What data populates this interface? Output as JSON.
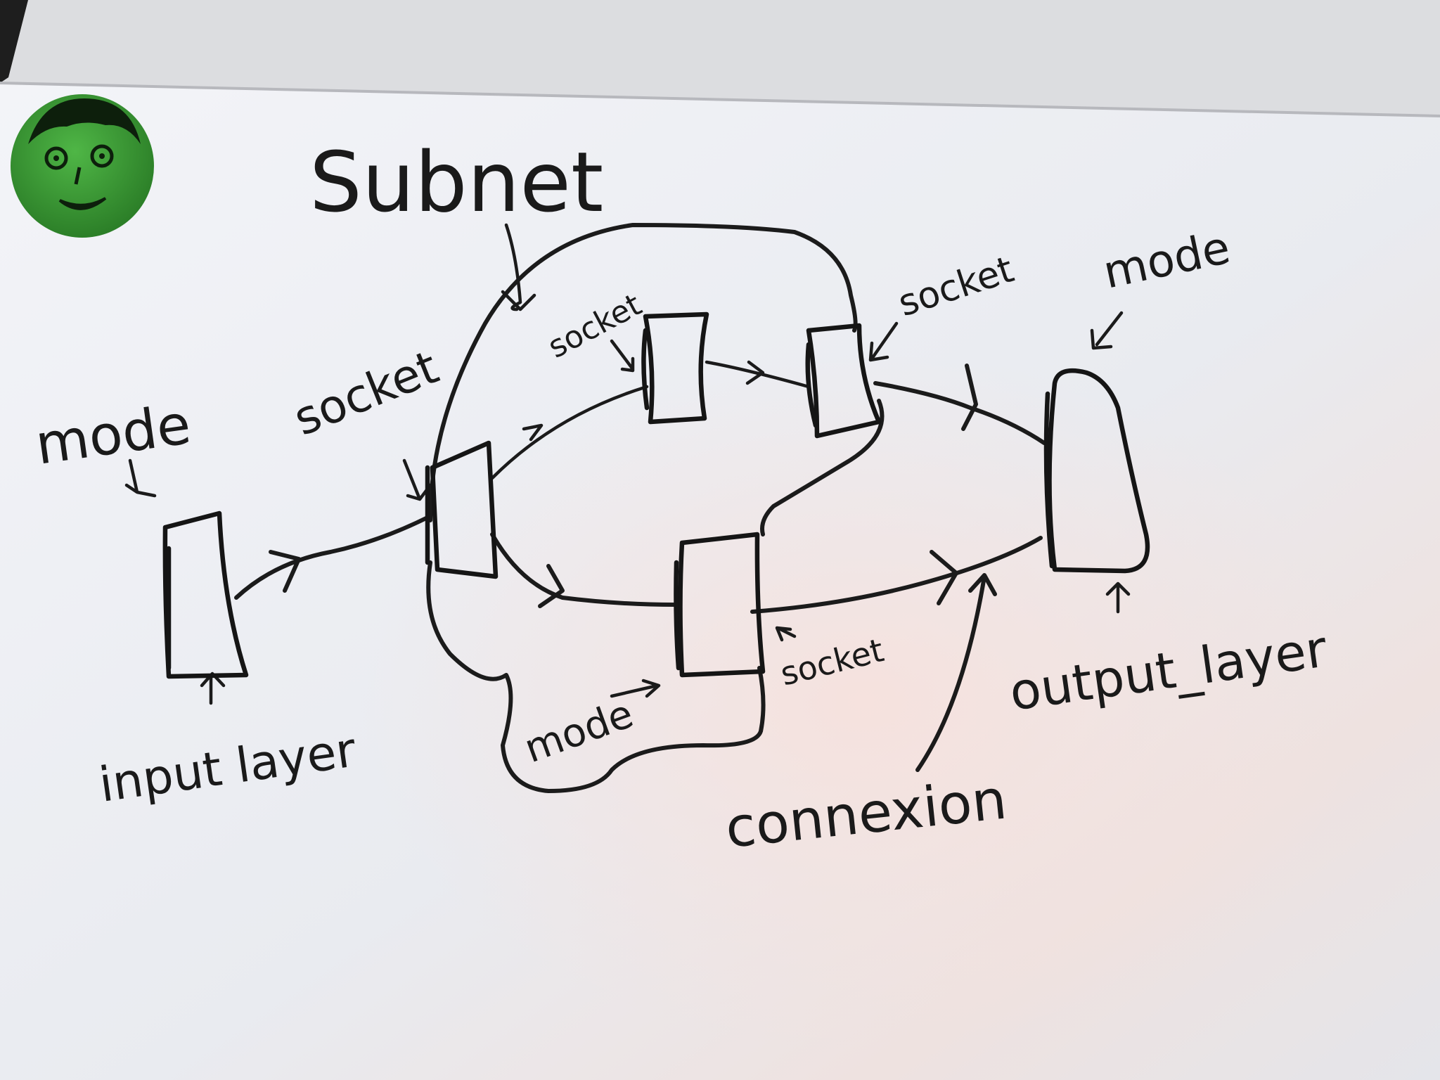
{
  "colors": {
    "board": "#eceef3",
    "frame": "#d9dadd",
    "ink": "#1b1b1b",
    "magnet": "#3fa33a",
    "magnet_face": "#0d1f0c"
  },
  "icons": {
    "magnet": "smiley-face-magnet-icon"
  },
  "labels": {
    "title": "Subnet",
    "mode_input": "mode",
    "mode_output": "mode",
    "mode_inner": "mode",
    "socket_left": "socket",
    "socket_top": "socket",
    "socket_right": "socket",
    "socket_bottom": "socket",
    "input_layer": "input layer",
    "output_layer": "output_layer",
    "connexion": "connexion"
  }
}
